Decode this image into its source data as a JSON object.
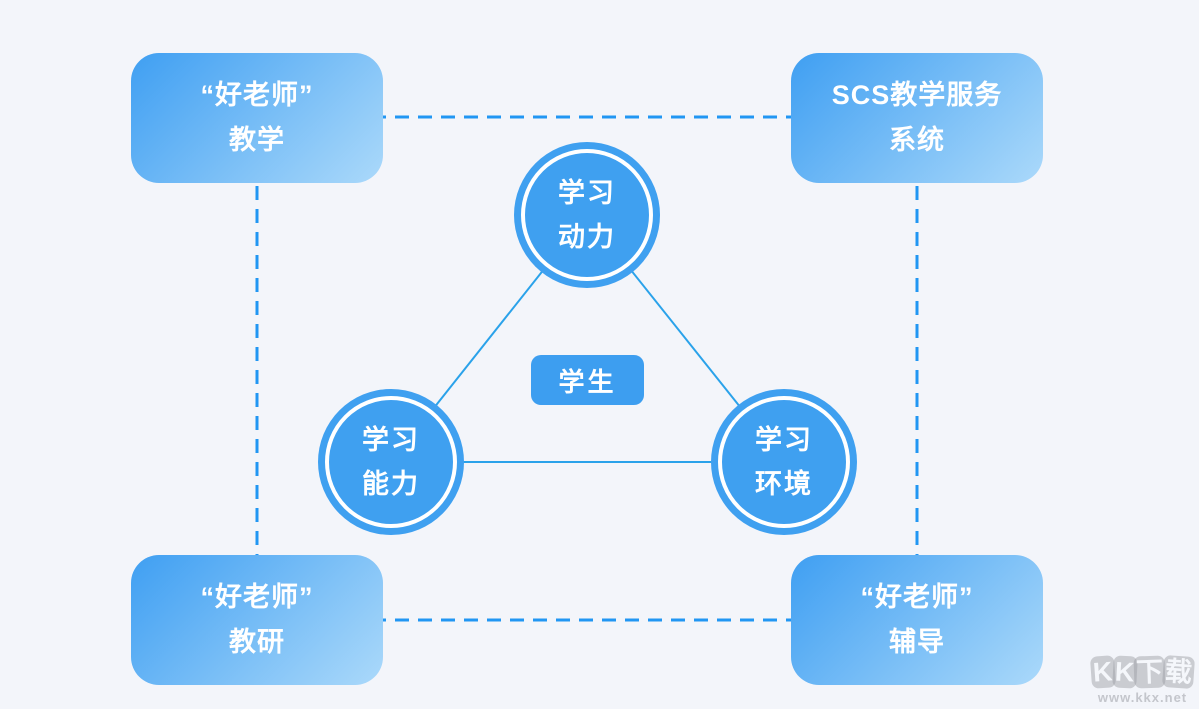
{
  "colors": {
    "background": "#f3f5fa",
    "box_gradient_start": "#3f9ff2",
    "box_gradient_end": "#abd9fa",
    "circle_fill": "#3fa0f0",
    "center_label_fill": "#3d9ef0",
    "dashed_line": "#2196f3",
    "solid_line": "#2aa2ea",
    "text": "#ffffff",
    "watermark_gray": "#9c9fa6"
  },
  "boxes": {
    "top_left": {
      "line1": "“好老师”",
      "line2": "教学"
    },
    "top_right": {
      "line1": "SCS教学服务",
      "line2": "系统"
    },
    "bottom_left": {
      "line1": "“好老师”",
      "line2": "教研"
    },
    "bottom_right": {
      "line1": "“好老师”",
      "line2": "辅导"
    }
  },
  "circles": {
    "top": {
      "line1": "学习",
      "line2": "动力"
    },
    "left": {
      "line1": "学习",
      "line2": "能力"
    },
    "right": {
      "line1": "学习",
      "line2": "环境"
    }
  },
  "center_label": "学生",
  "watermark": {
    "chars": [
      "K",
      "K",
      "下",
      "载"
    ],
    "url": "www.kkx.net"
  }
}
